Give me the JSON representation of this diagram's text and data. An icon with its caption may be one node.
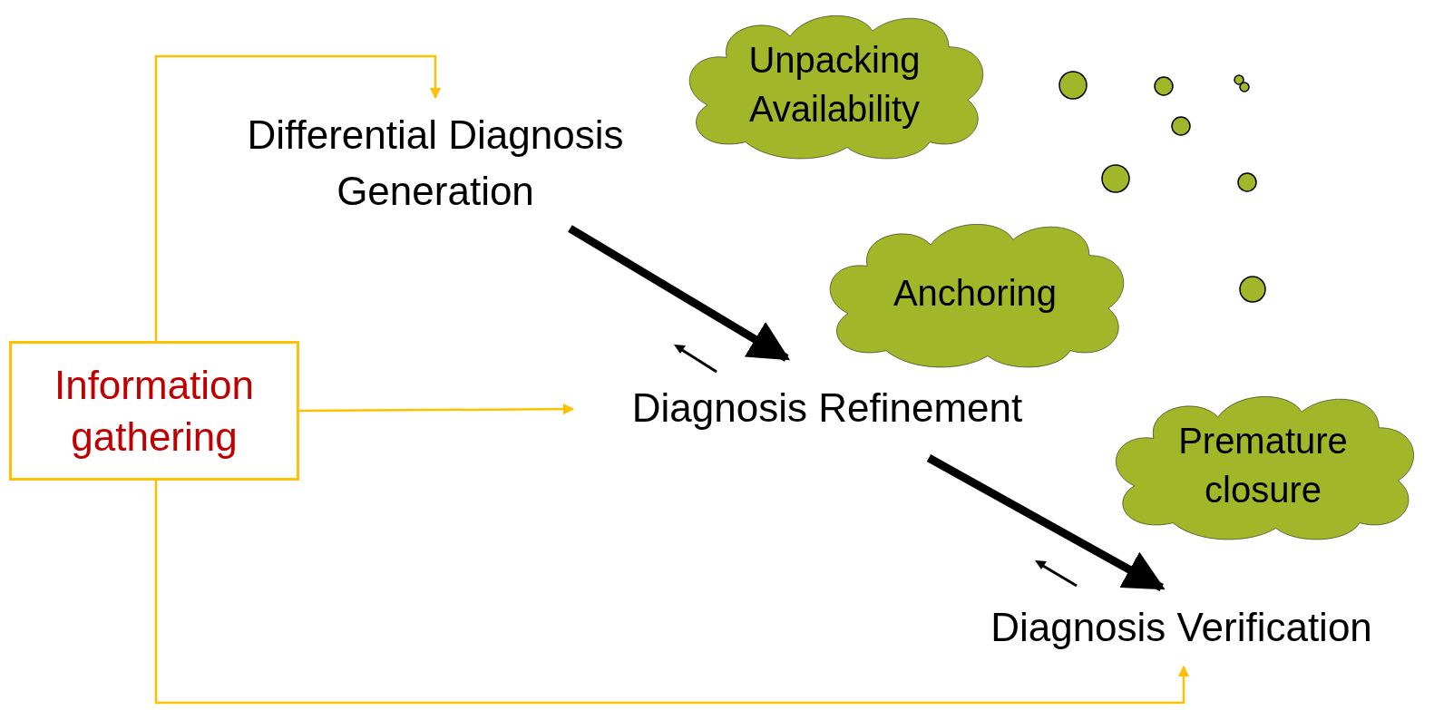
{
  "diagram": {
    "nodes": [
      {
        "text": [
          "Information gathering"
        ]
      },
      {
        "text": [
          "Differential Diagnosis Generation"
        ]
      },
      {
        "text": [
          "Diagnosis Refinement"
        ]
      },
      {
        "text": [
          "Diagnosis Verification"
        ]
      },
      {
        "text": [
          "Unpacking Availability"
        ]
      },
      {
        "text": [
          "Anchoring"
        ]
      },
      {
        "text": [
          "Premature closure"
        ]
      }
    ],
    "edges": [
      {
        "from": 0,
        "to": 1,
        "arrow": "to"
      },
      {
        "from": 0,
        "to": 2,
        "arrow": "to"
      },
      {
        "from": 0,
        "to": 3,
        "arrow": "to"
      },
      {
        "from": 1,
        "to": 2,
        "arrow": "to",
        "style": "thick",
        "color": "#000000"
      },
      {
        "from": 2,
        "to": 3,
        "arrow": "to",
        "style": "thick",
        "color": "#000000"
      }
    ]
  }
}
